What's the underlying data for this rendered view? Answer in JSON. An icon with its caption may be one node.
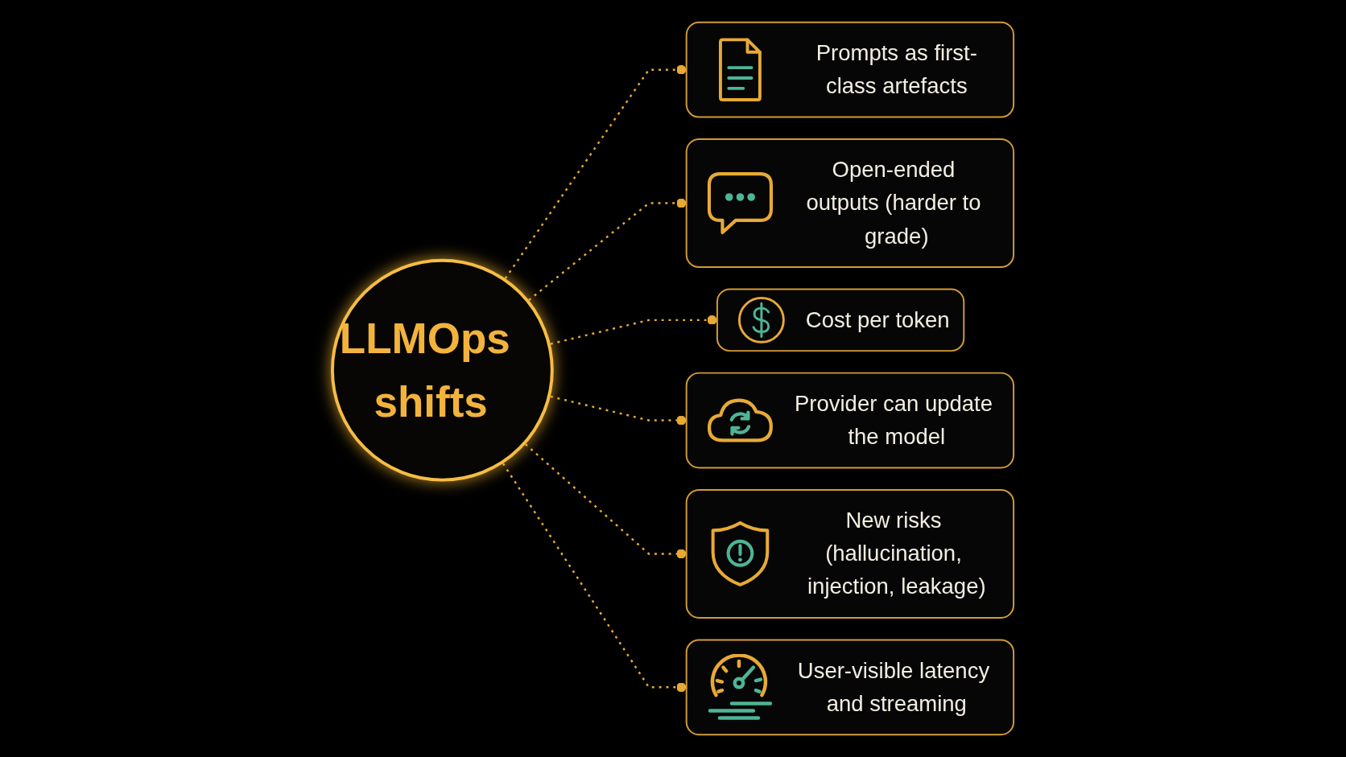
{
  "diagram": {
    "nodes": [
      {
        "text": [
          "LLMOps shifts"
        ]
      },
      {
        "text": [
          "Prompts as first-class artefacts"
        ]
      },
      {
        "text": [
          "Open-ended outputs (harder to grade)"
        ]
      },
      {
        "text": [
          "Cost per token"
        ]
      },
      {
        "text": [
          "Provider can update the model"
        ]
      },
      {
        "text": [
          "New risks (hallucination, injection, leakage)"
        ]
      },
      {
        "text": [
          "User-visible latency and streaming"
        ]
      }
    ],
    "edges": [
      {
        "from": 0,
        "to": 1,
        "arrow": "other",
        "style": "dashed"
      },
      {
        "from": 0,
        "to": 2,
        "arrow": "other",
        "style": "dashed"
      },
      {
        "from": 0,
        "to": 3,
        "arrow": "other",
        "style": "dashed"
      },
      {
        "from": 0,
        "to": 4,
        "arrow": "other",
        "style": "dashed"
      },
      {
        "from": 0,
        "to": 5,
        "arrow": "other",
        "style": "dashed"
      },
      {
        "from": 0,
        "to": 6,
        "arrow": "other",
        "style": "dashed"
      }
    ]
  }
}
